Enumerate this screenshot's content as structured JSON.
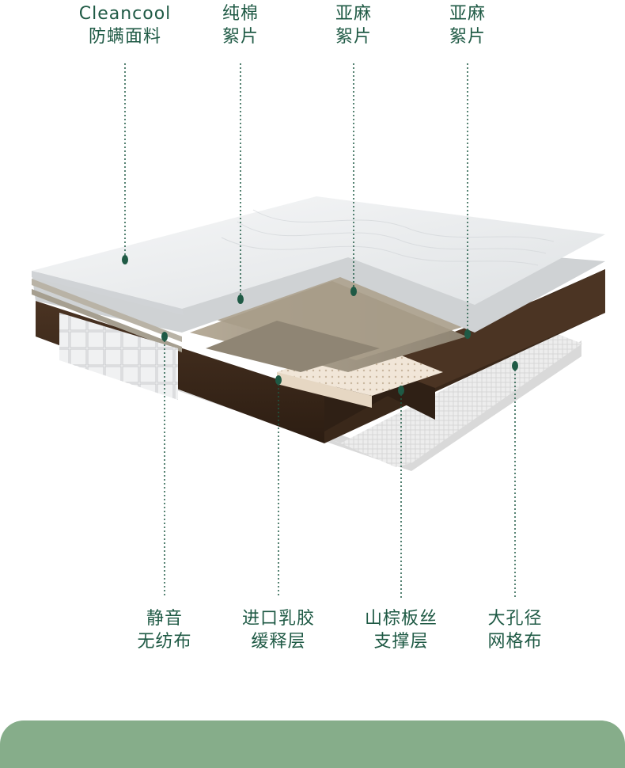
{
  "colors": {
    "label_text": "#1f5a45",
    "leader_line": "#1f5a45",
    "bottom_band": "#86ad8a",
    "coir": "#3b2819",
    "fabric": "#eceeef"
  },
  "top_labels": [
    {
      "line1": "Cleancool",
      "line2": "防螨面料"
    },
    {
      "line1": "纯棉",
      "line2": "絮片"
    },
    {
      "line1": "亚麻",
      "line2": "絮片"
    },
    {
      "line1": "亚麻",
      "line2": "絮片"
    }
  ],
  "bottom_labels": [
    {
      "line1": "静音",
      "line2": "无纺布"
    },
    {
      "line1": "进口乳胶",
      "line2": "缓释层"
    },
    {
      "line1": "山棕板丝",
      "line2": "支撑层"
    },
    {
      "line1": "大孔径",
      "line2": "网格布"
    }
  ]
}
